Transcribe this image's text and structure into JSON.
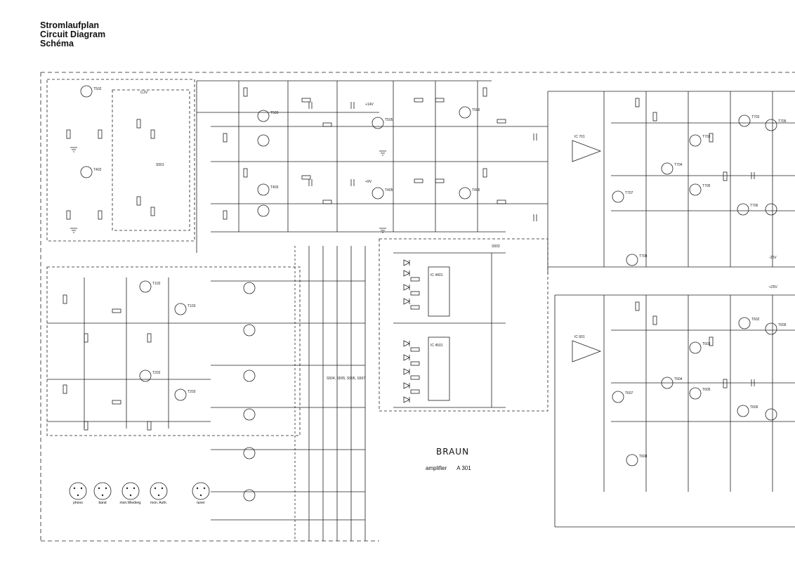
{
  "title": {
    "line1": "Stromlaufplan",
    "line2": "Circuit Diagram",
    "line3": "Schéma"
  },
  "brand": {
    "logo": "BRAUN",
    "product": "amplifier",
    "model": "A 301"
  },
  "inputs": {
    "phono": "phono",
    "band": "band",
    "mon_wiedergabe": "mon.Wiederg.",
    "mon_aufnahme": "mon. Aufn.",
    "tuner": "tuner"
  },
  "transistors": [
    "T502",
    "T503",
    "T505",
    "T506",
    "T402",
    "T403",
    "T405",
    "T406",
    "T102",
    "T103",
    "T202",
    "T203",
    "T702",
    "T703",
    "T704",
    "T705",
    "T706",
    "T707",
    "T708",
    "T709",
    "T602",
    "T603",
    "T604",
    "T605",
    "T606",
    "T607",
    "T608",
    "T609"
  ],
  "ics": {
    "ic_left_upper": "IC 701",
    "ic_left_lower": "IC 601",
    "ic_mid_upper": "IC 4401",
    "ic_mid_lower": "IC 4501"
  },
  "voltage_labels": {
    "v1": "+14V",
    "v2": "+9V",
    "v3": "-25V",
    "v4": "+25V",
    "v5": "0,3V"
  },
  "switch_labels": {
    "s501": "S501",
    "s503": "S503",
    "s504": "S504, S505, S506, S507"
  },
  "colors": {
    "line": "#1f1f1f",
    "paper": "#ffffff"
  }
}
